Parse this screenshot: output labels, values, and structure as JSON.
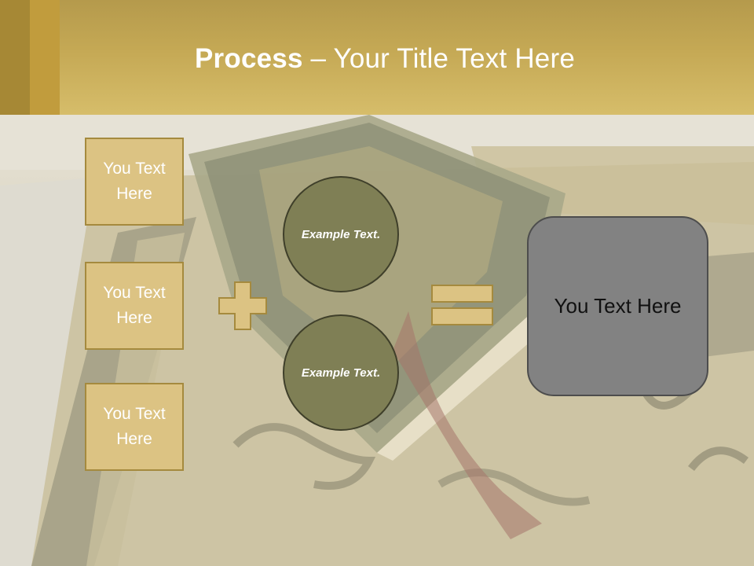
{
  "title": {
    "strong": "Process",
    "rest": " – Your Title Text Here"
  },
  "left_boxes": [
    "You Text Here",
    "You Text Here",
    "You Text Here"
  ],
  "circles": [
    "Example Text.",
    "Example Text."
  ],
  "result": "You Text Here",
  "colors": {
    "header": "#c5a955",
    "box_fill": "#dcc383",
    "box_border": "#a58a3e",
    "circle_fill": "#7f7f55",
    "result_fill": "#828282"
  }
}
